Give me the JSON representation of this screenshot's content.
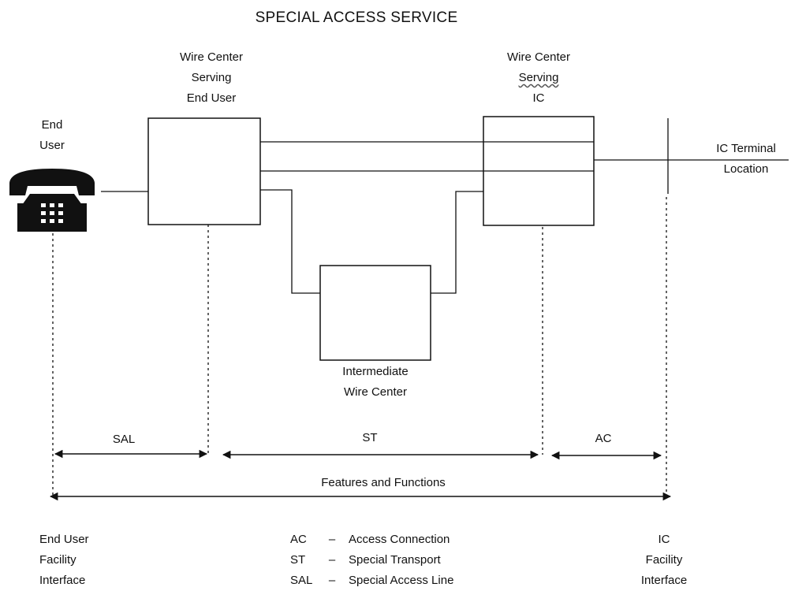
{
  "title": "SPECIAL ACCESS SERVICE",
  "end_user_label": [
    "End",
    "User"
  ],
  "wire_center_end_user": [
    "Wire Center",
    "Serving",
    "End User"
  ],
  "wire_center_ic": [
    "Wire Center",
    "Serving",
    "IC"
  ],
  "ic_terminal": [
    "IC Terminal",
    "Location"
  ],
  "intermediate": [
    "Intermediate",
    "Wire Center"
  ],
  "spans": {
    "sal": "SAL",
    "st": "ST",
    "ac": "AC",
    "features": "Features and Functions"
  },
  "legend": {
    "left": [
      "End User",
      "Facility",
      "Interface"
    ],
    "middle": [
      {
        "abbr": "AC",
        "dash": "–",
        "text": "Access Connection"
      },
      {
        "abbr": "ST",
        "dash": "–",
        "text": "Special Transport"
      },
      {
        "abbr": "SAL",
        "dash": "–",
        "text": "Special Access Line"
      }
    ],
    "right": [
      "IC",
      "Facility",
      "Interface"
    ]
  },
  "icons": {
    "phone": "telephone-icon"
  }
}
